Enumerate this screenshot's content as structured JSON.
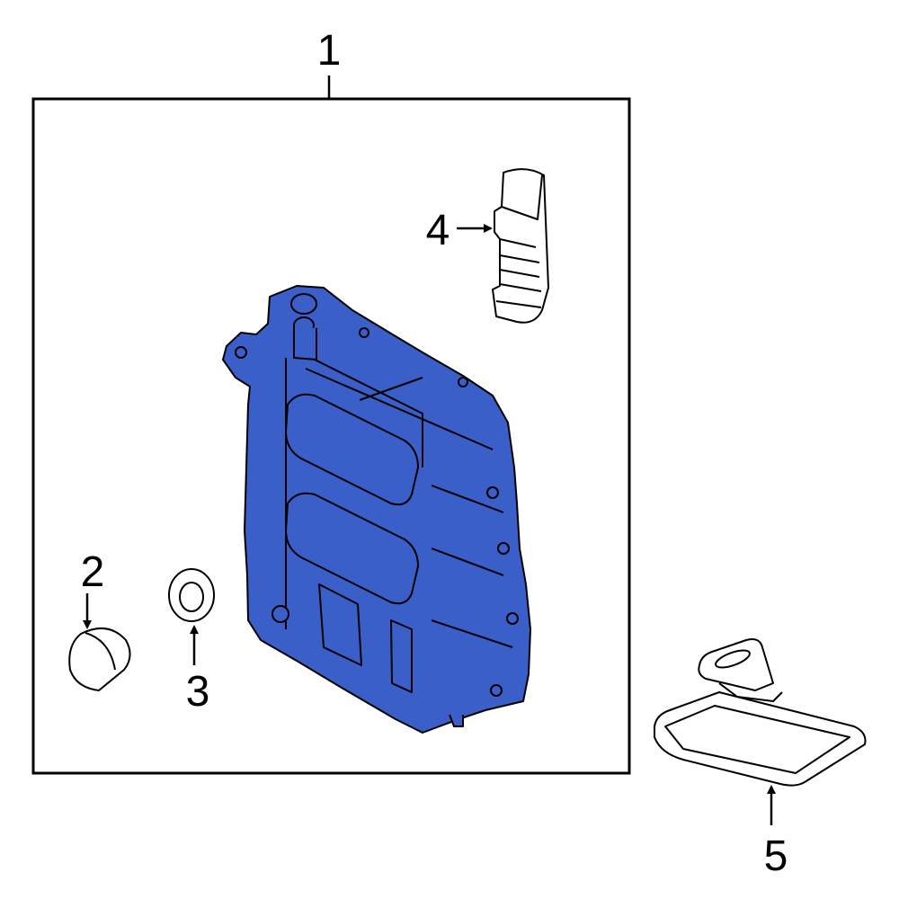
{
  "callouts": {
    "c1": "1",
    "c2": "2",
    "c3": "3",
    "c4": "4",
    "c5": "5"
  },
  "colors": {
    "highlight": "#3A5FC8",
    "outline": "#000000",
    "background": "#FFFFFF"
  },
  "parts": [
    {
      "callout": "1",
      "icon": "transmission-oil-pan-icon"
    },
    {
      "callout": "2",
      "icon": "drain-plug-icon"
    },
    {
      "callout": "3",
      "icon": "gasket-washer-icon"
    },
    {
      "callout": "4",
      "icon": "sensor-plug-icon"
    },
    {
      "callout": "5",
      "icon": "transmission-filter-icon"
    }
  ]
}
